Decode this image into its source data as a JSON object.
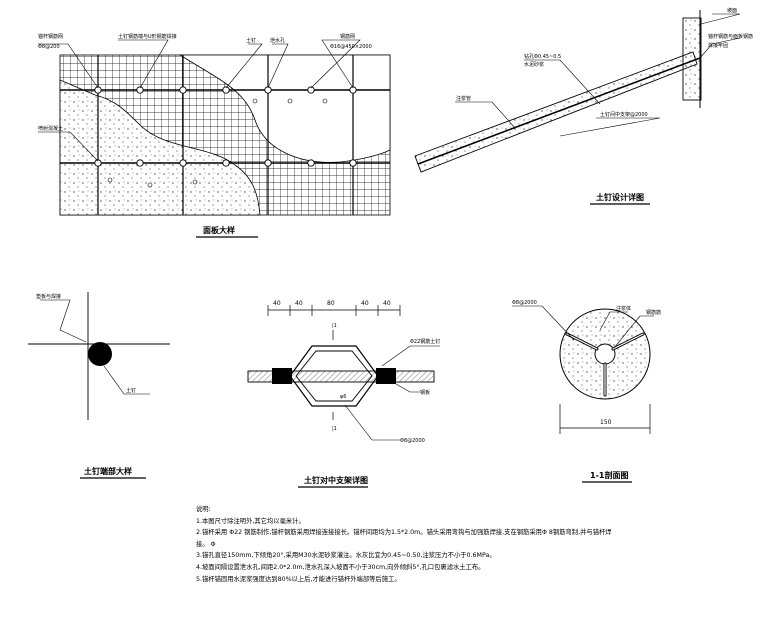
{
  "panel_facing": {
    "title": "面板大样",
    "labels": {
      "top_left_1": "锚杆钢筋网",
      "top_left_2": "Φ8@200",
      "top_mid": "土钉钢筋端与U形钢筋焊接",
      "top_a": "土钉",
      "top_b": "泄水孔",
      "top_right_1": "钢筋网",
      "top_right_2": "Φ16@450×2000",
      "left_mid": "喷射混凝土"
    }
  },
  "nail_section": {
    "title": "土钉设计详图",
    "labels": {
      "top_right": "坡面",
      "right_1": "锚杆钢筋与面板钢筋",
      "right_2": "焊接牢固",
      "mid_1": "钻孔Φ0.45~0.5",
      "mid_2": "水泥砂浆",
      "low_1": "注浆管",
      "low_2": "土钉间中支架@2000"
    }
  },
  "nail_head": {
    "title": "土钉端部大样",
    "labels": {
      "top": "垫板与焊接",
      "bottom": "土钉"
    }
  },
  "bracket": {
    "title": "土钉对中支架详图",
    "dims": [
      "40",
      "40",
      "80",
      "40",
      "40"
    ],
    "labels": {
      "right": "Φ22钢筋土钉",
      "right2": "钢板",
      "bottom": "Φ8@2000",
      "angle": "φ6",
      "cut_top": "|1",
      "cut_bottom": "|1"
    }
  },
  "section11": {
    "title": "1-1剖面图",
    "labels": {
      "left": "Φ8@2000",
      "top": "注浆体",
      "right": "钢筋筋",
      "dim": "150"
    }
  },
  "notes": {
    "heading": "说明:",
    "lines": [
      "1.本图尺寸除注明外,其它均以毫米计。",
      "2.锚杆采用     Φ22 钢筋制作,锚杆钢筋采用焊接连接接长。锚杆间距均为1.5*2.0m。锚头采用弯钩与加强筋焊接,支在钢筋采用Φ  8钢筋弯制,并与锚杆焊",
      "接。            Φ",
      "3.锚孔直径150mm,下倾角20°,采用M30水泥砂浆灌注。水灰比宜为0.45~0.50,注浆压力不小于0.6MPa。",
      "4.坡面间隔设置泄水孔,间距2.0*2.0m,泄水孔深入坡面不小于30cm,向外倾斜5°,孔口包裹滤水土工布。",
      "5.锚杆锚固用水泥浆强度达到80%以上后,才能进行锚杆外端部等后施工。"
    ]
  }
}
